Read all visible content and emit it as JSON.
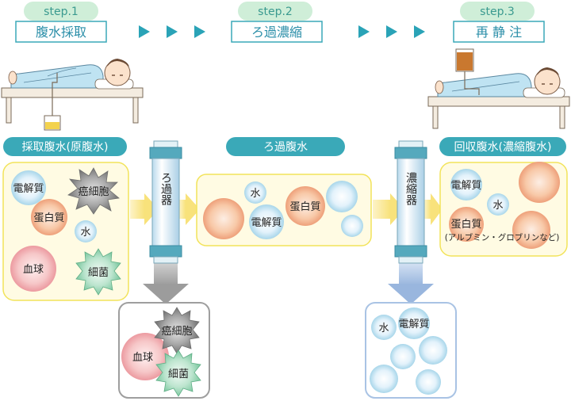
{
  "steps": [
    {
      "label": "step.1",
      "title": "腹水採取"
    },
    {
      "label": "step.2",
      "title": "ろ過濃縮"
    },
    {
      "label": "step.3",
      "title": "再 静 注"
    }
  ],
  "sections": {
    "collected": {
      "title": "採取腹水(原腹水)"
    },
    "filtered": {
      "title": "ろ過腹水"
    },
    "recovered": {
      "title": "回収腹水(濃縮腹水)"
    }
  },
  "devices": {
    "filter": "ろ過器",
    "concentrator": "濃縮器"
  },
  "particles": {
    "electrolyte": "電解質",
    "protein": "蛋白質",
    "water": "水",
    "blood": "血球",
    "cancer": "癌細胞",
    "bacteria": "細菌"
  },
  "notes": {
    "protein_examples": "(アルブミン・グロブリンなど)"
  },
  "colors": {
    "teal": "#3aa9b8",
    "step_badge": "#cfeed8",
    "panel_fill": "#fffbe3",
    "panel_stroke": "#f2e35a",
    "arrow_teal": "#2aa3b7",
    "gray_arrow": "#9e9e9e",
    "blue_arrow": "#a9c3e4"
  }
}
